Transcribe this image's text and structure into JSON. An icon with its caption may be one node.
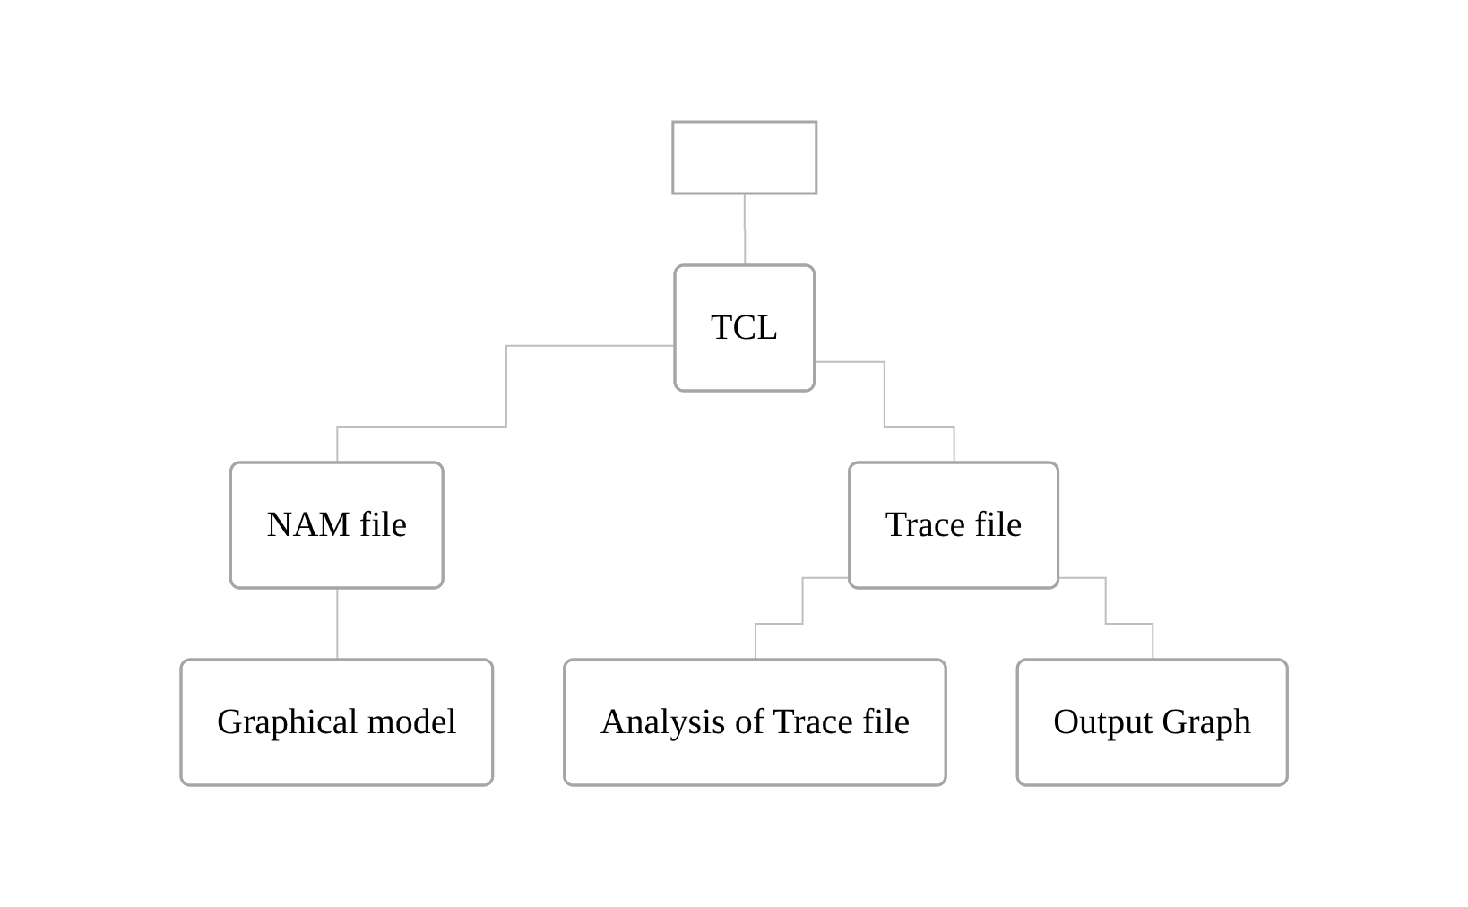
{
  "diagram": {
    "nodes": [
      {
        "text": [],
        "shape": "box"
      },
      {
        "text": [
          "TCL"
        ]
      },
      {
        "text": [
          "NAM file"
        ]
      },
      {
        "text": [
          "Trace file"
        ]
      },
      {
        "text": [
          "Graphical model"
        ]
      },
      {
        "text": [
          "Analysis of Trace file"
        ]
      },
      {
        "text": [
          "Output Graph"
        ]
      }
    ],
    "edges": [
      {
        "from": 0,
        "to": 1,
        "arrow": "none"
      },
      {
        "from": 1,
        "to": 2,
        "arrow": "none"
      },
      {
        "from": 1,
        "to": 3,
        "arrow": "none"
      },
      {
        "from": 2,
        "to": 4,
        "arrow": "none"
      },
      {
        "from": 3,
        "to": 5,
        "arrow": "none"
      },
      {
        "from": 3,
        "to": 6,
        "arrow": "none"
      }
    ]
  }
}
